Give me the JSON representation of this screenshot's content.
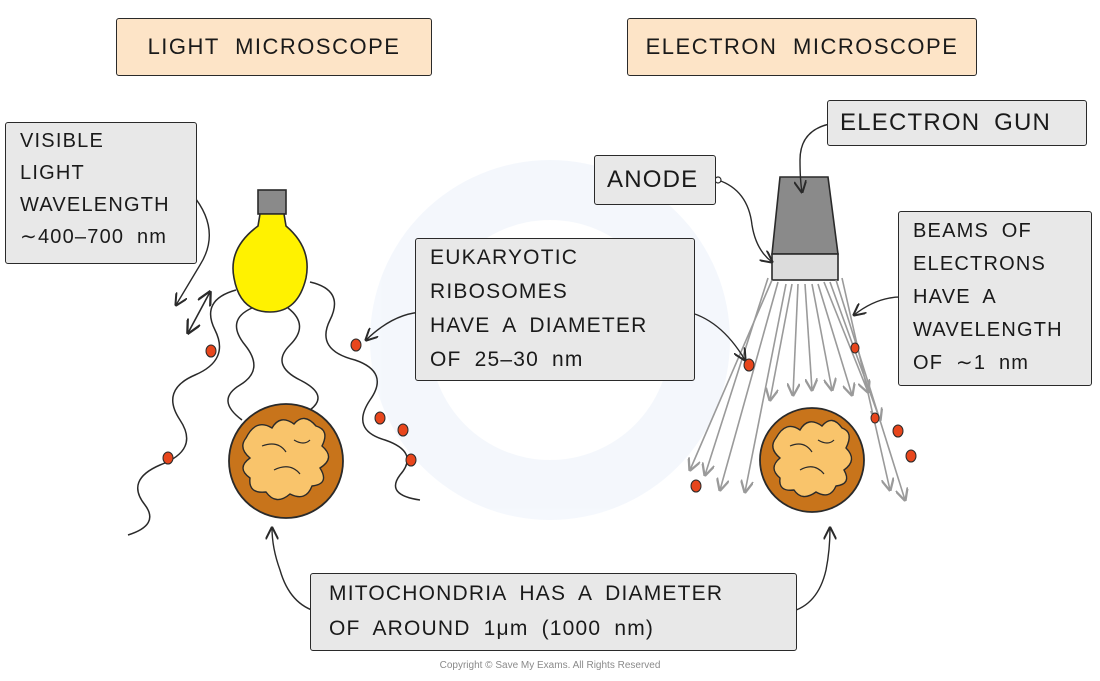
{
  "titles": {
    "light": "LIGHT  MICROSCOPE",
    "electron": "ELECTRON  MICROSCOPE"
  },
  "labels": {
    "visible_light": [
      "VISIBLE",
      "LIGHT",
      "WAVELENGTH",
      "∼400–700 nm"
    ],
    "ribosomes": [
      "EUKARYOTIC",
      "RIBOSOMES",
      "HAVE  A  DIAMETER",
      "OF  25–30 nm"
    ],
    "anode": "ANODE",
    "electron_gun": "ELECTRON  GUN",
    "beams": [
      "BEAMS  OF",
      "ELECTRONS",
      "HAVE  A",
      "WAVELENGTH",
      "OF  ∼1 nm"
    ],
    "mitochondria": [
      "MITOCHONDRIA  HAS  A  DIAMETER",
      "OF  AROUND  1μm  (1000 nm)"
    ]
  },
  "copyright": "Copyright © Save My Exams. All Rights Reserved",
  "colors": {
    "title_fill": "#fde4c7",
    "label_fill": "#e8e8e8",
    "bulb": "#fff200",
    "mitochondria_outer": "#c8741b",
    "mitochondria_inner": "#f9c46b",
    "ribosome": "#e8461c",
    "gun_body": "#8a8a8a"
  }
}
